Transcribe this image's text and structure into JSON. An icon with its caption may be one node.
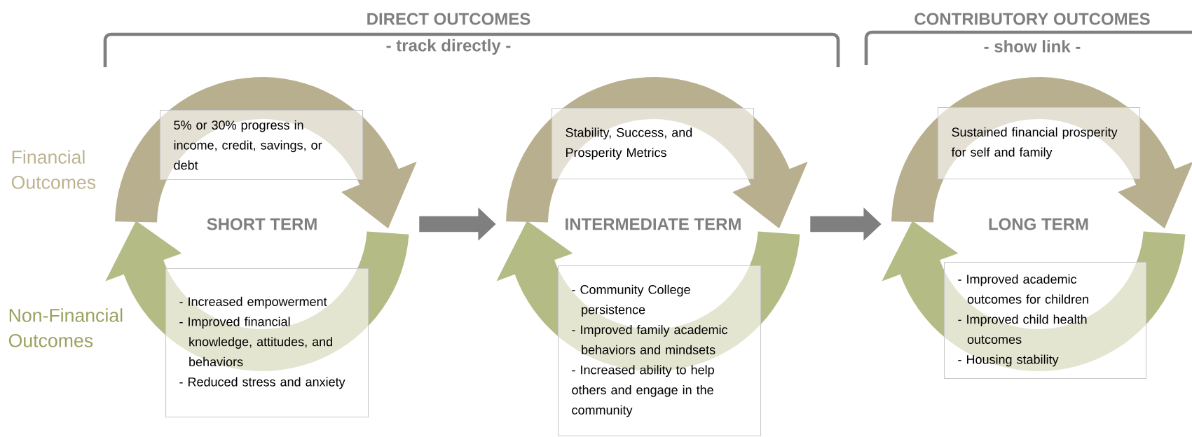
{
  "diagram": {
    "nodes": [
      {
        "text": [
          "SHORT TERM"
        ]
      },
      {
        "text": [
          "5% or 30% progress in income, credit, savings, or debt"
        ],
        "in": 0
      },
      {
        "text": [
          "- Increased empowerment",
          "- Improved financial knowledge, attitudes, and behaviors",
          "- Reduced stress and anxiety"
        ]
      },
      {
        "text": [
          "INTERMEDIATE TERM"
        ]
      },
      {
        "text": [
          "Stability, Success, and Prosperity Metrics"
        ],
        "in": 3
      },
      {
        "text": [
          "- Community College persistence",
          "- Improved family academic behaviors and mindsets",
          "- Increased ability to help others and engage in the community"
        ]
      },
      {
        "text": [
          "LONG TERM"
        ]
      },
      {
        "text": [
          "Sustained financial prosperity for self and family"
        ],
        "in": 6
      },
      {
        "text": [
          "- Improved academic outcomes for children",
          "- Improved child health outcomes",
          "- Housing stability"
        ]
      }
    ],
    "edges": [
      {
        "from": 0,
        "to": 3,
        "arrow": "to"
      },
      {
        "from": 3,
        "to": 6,
        "arrow": "to"
      }
    ],
    "labels": [
      "DIRECT OUTCOMES",
      "- track directly -",
      "CONTRIBUTORY OUTCOMES",
      "- show link -",
      "Financial Outcomes",
      "Non-Financial Outcomes"
    ]
  }
}
